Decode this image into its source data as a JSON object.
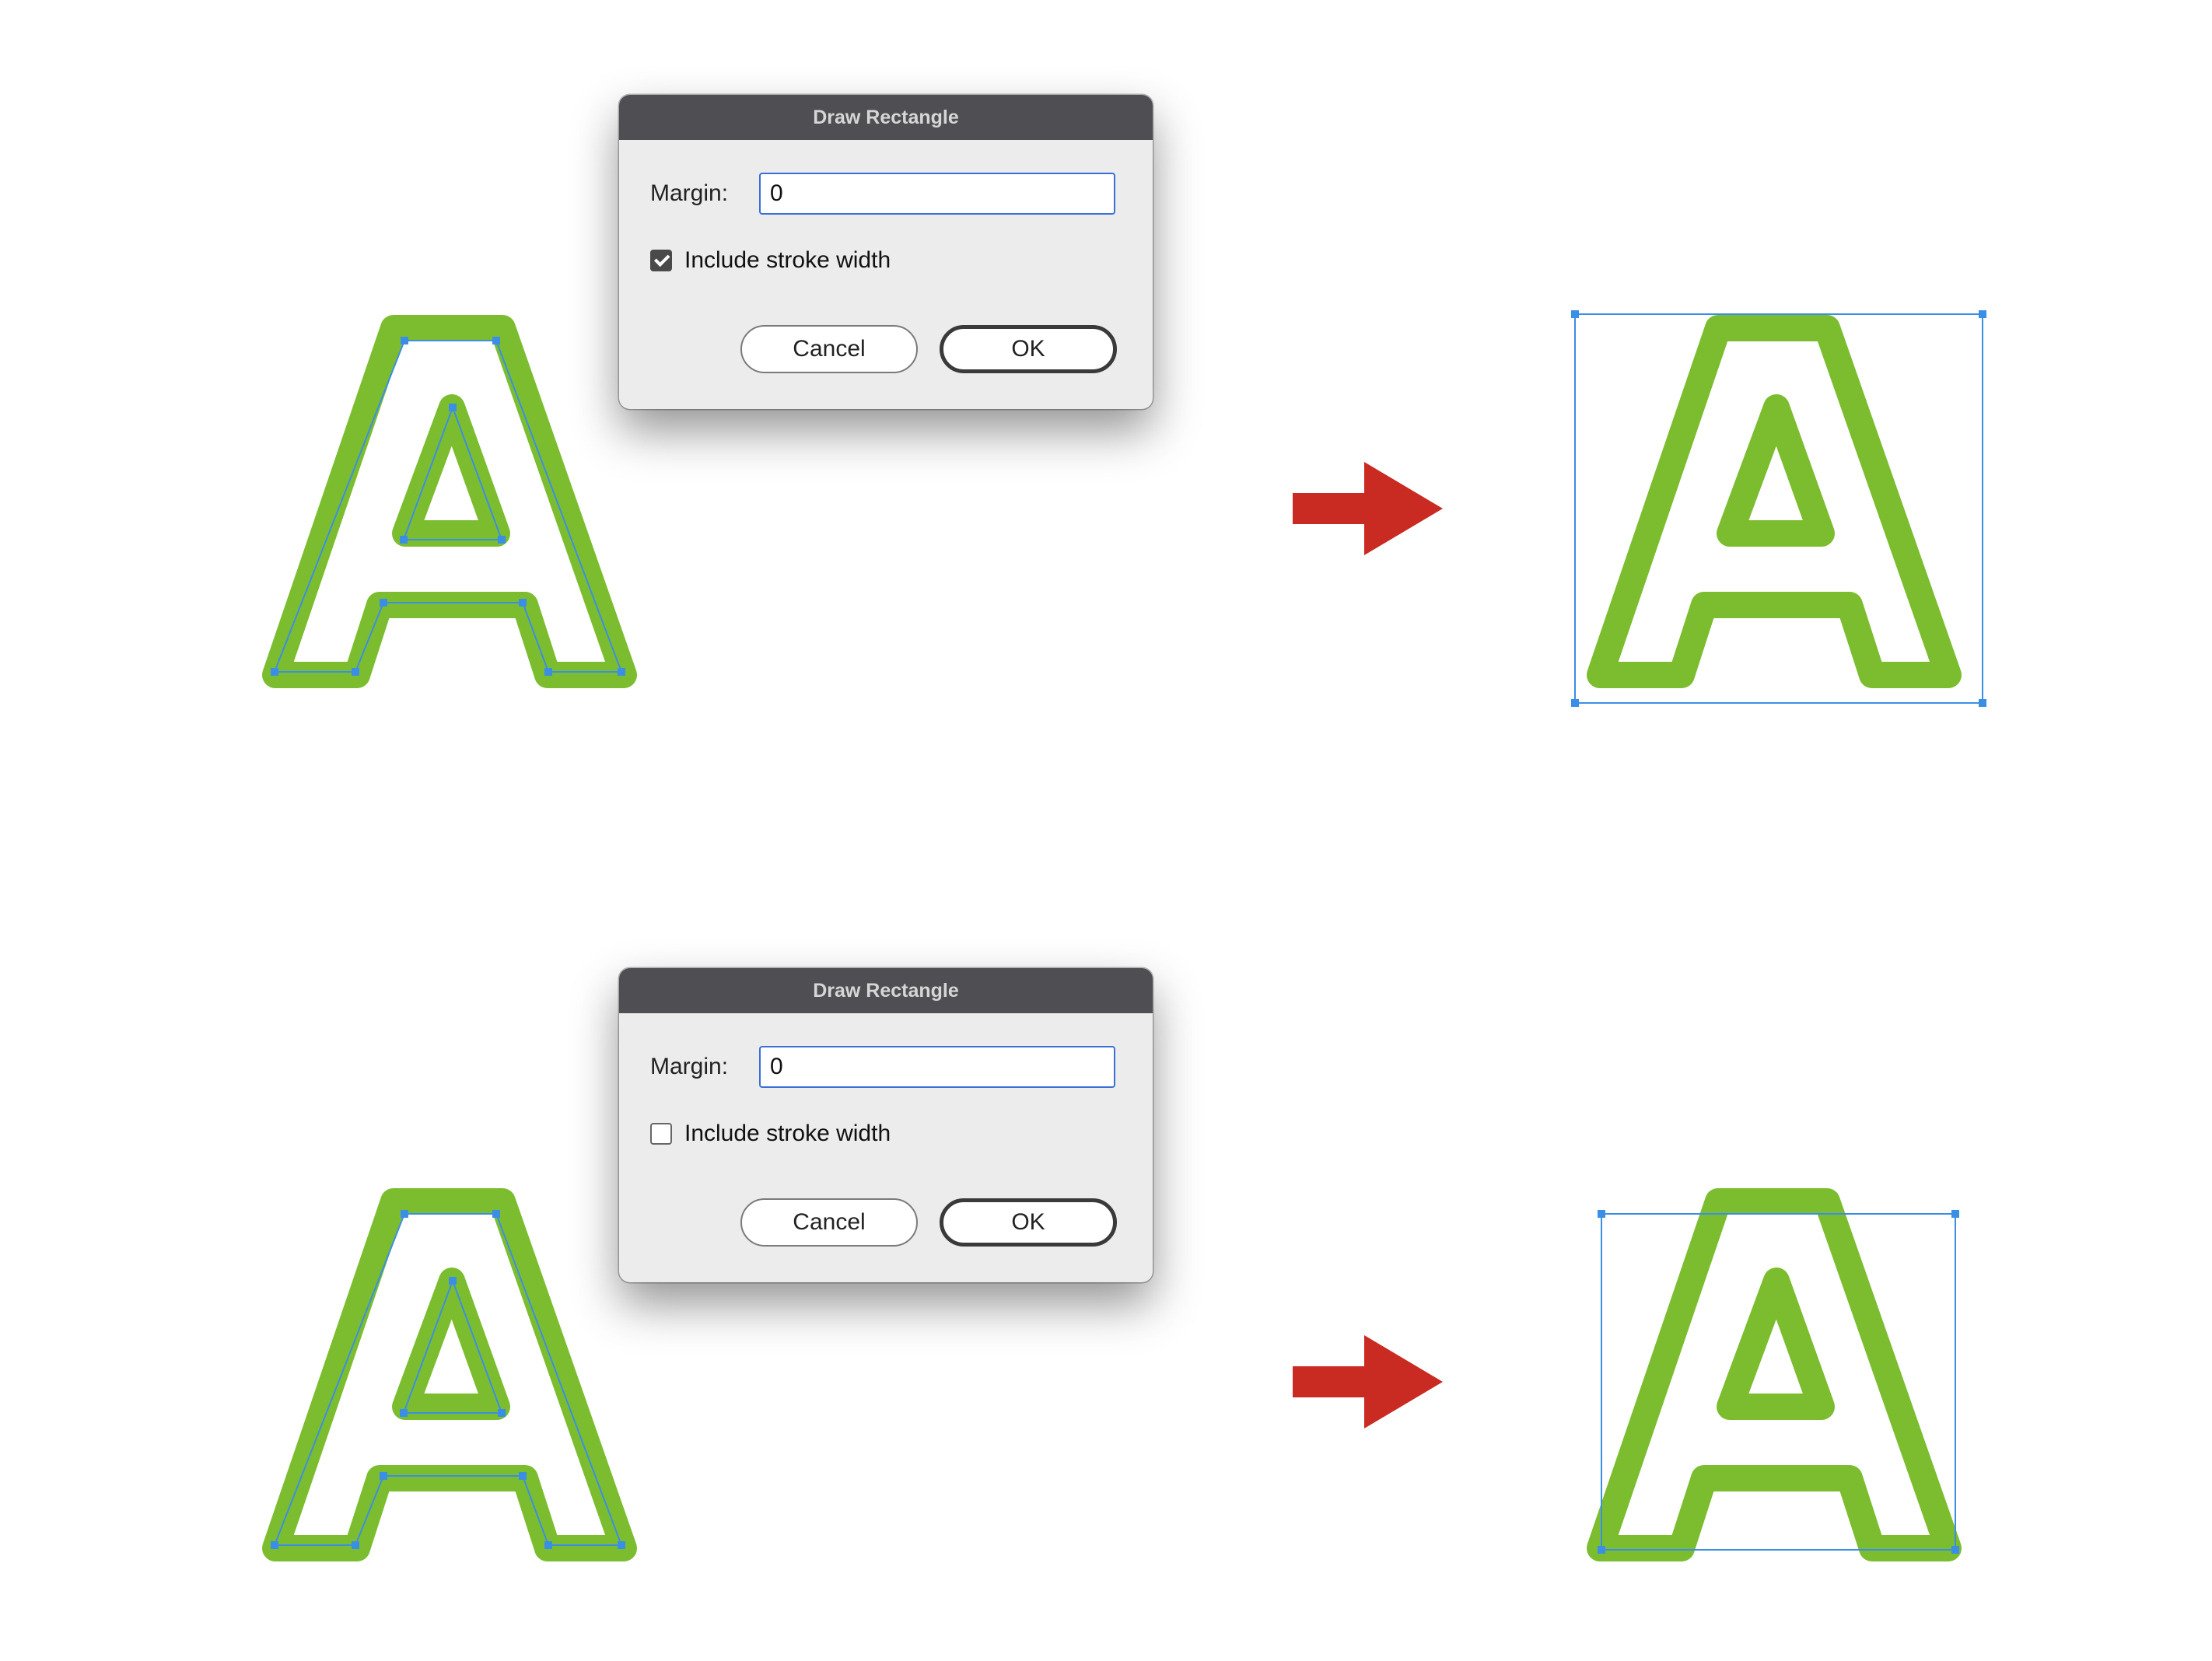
{
  "colors": {
    "letter_stroke": "#7cbd2f",
    "selection": "#3b8ee6",
    "arrow": "#c92b22"
  },
  "figures": [
    {
      "dialog": {
        "title": "Draw Rectangle",
        "margin_label": "Margin:",
        "margin_value": "0",
        "checkbox_label": "Include stroke width",
        "checkbox_checked": true,
        "cancel_label": "Cancel",
        "ok_label": "OK"
      },
      "result_includes_stroke": true
    },
    {
      "dialog": {
        "title": "Draw Rectangle",
        "margin_label": "Margin:",
        "margin_value": "0",
        "checkbox_label": "Include stroke width",
        "checkbox_checked": false,
        "cancel_label": "Cancel",
        "ok_label": "OK"
      },
      "result_includes_stroke": false
    }
  ],
  "icons": [
    "right-arrow-icon",
    "checkmark-icon"
  ]
}
